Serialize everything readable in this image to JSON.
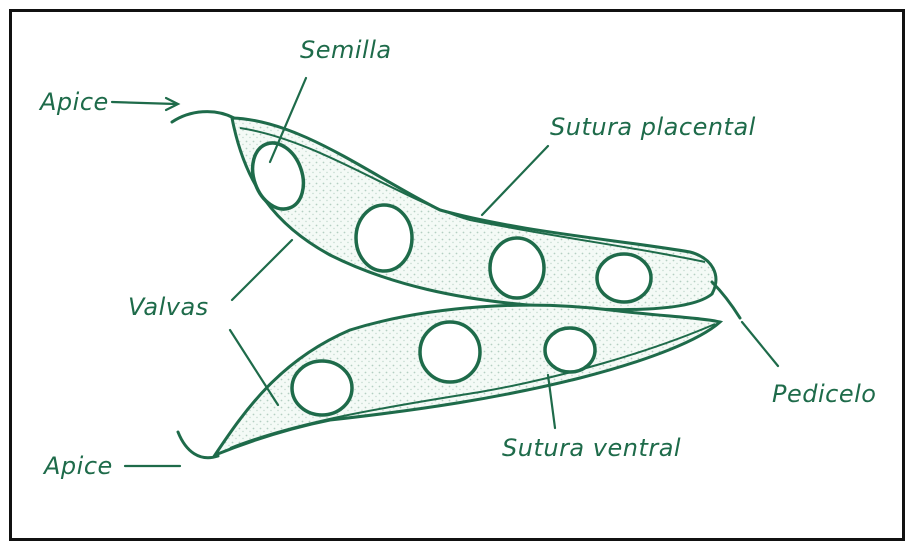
{
  "labels": {
    "apex_top": "Apice",
    "seed": "Semilla",
    "placental_suture": "Sutura placental",
    "valves": "Valvas",
    "apex_bottom": "Apice",
    "ventral_suture": "Sutura ventral",
    "pedicel": "Pedicelo"
  },
  "colors": {
    "ink": "#1e6b4a",
    "border": "#111111",
    "background": "#ffffff"
  }
}
